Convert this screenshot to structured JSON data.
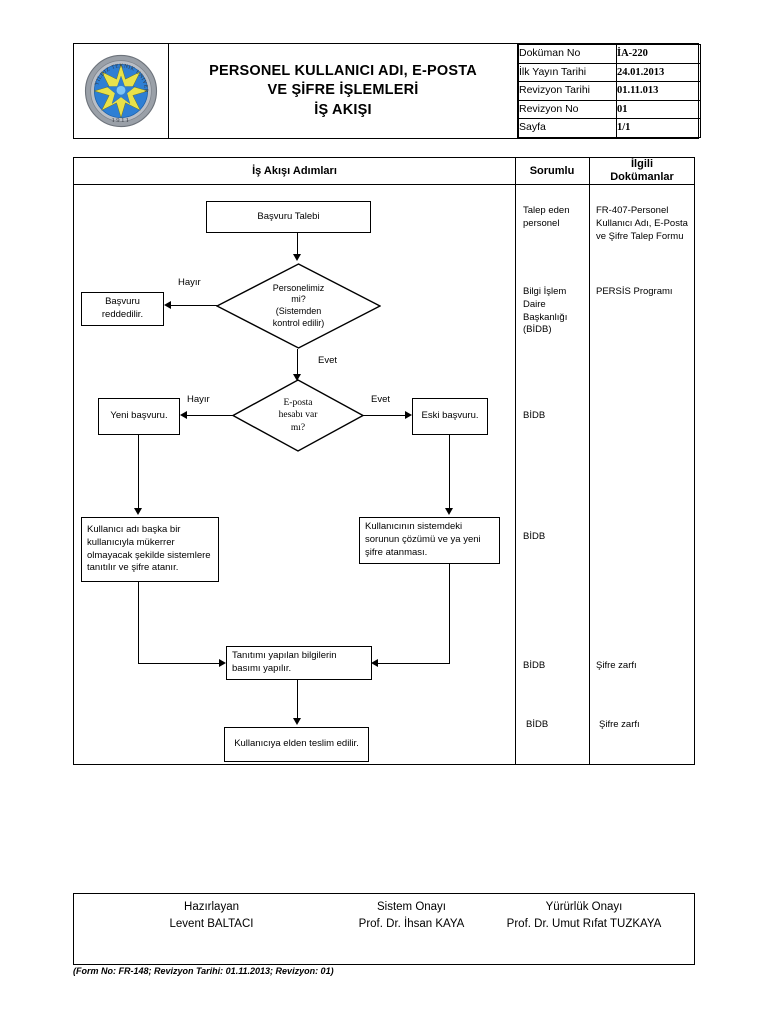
{
  "header": {
    "logo": {
      "name": "yildiz-teknik-universitesi-logo",
      "outer_text": "YILDIZ TEKNIK UNIVERSITESI",
      "year": "1911",
      "ring_color": "#8a8f99",
      "disc_color": "#2e7fd4",
      "star_color": "#e8e14a"
    },
    "title_lines": [
      "PERSONEL KULLANICI ADI, E-POSTA",
      "VE ŞİFRE İŞLEMLERİ",
      "İŞ AKIŞI"
    ],
    "meta_rows": [
      {
        "label": "Doküman No",
        "value": "İA-220"
      },
      {
        "label": "İlk Yayın Tarihi",
        "value": "24.01.2013"
      },
      {
        "label": "Revizyon Tarihi",
        "value": "01.11.013"
      },
      {
        "label": "Revizyon No",
        "value": "01"
      },
      {
        "label": "Sayfa",
        "value": "1/1"
      }
    ]
  },
  "flow_table": {
    "columns": {
      "steps": "İş Akışı Adımları",
      "responsible": "Sorumlu",
      "documents_line1": "İlgili",
      "documents_line2": "Dokümanlar"
    },
    "responsible_entries": [
      "Talep eden\npersonel",
      "Bilgi İşlem Daire\nBaşkanlığı\n(BİDB)",
      "BİDB",
      "BİDB",
      "BİDB",
      "BİDB"
    ],
    "responsible": {
      "r1": "Talep eden personel",
      "r2": "Bilgi İşlem Daire Başkanlığı (BİDB)",
      "r3": "BİDB",
      "r4": "BİDB",
      "r5": "BİDB",
      "r6": "BİDB"
    },
    "documents": {
      "d1": "FR-407-Personel Kullanıcı Adı, E-Posta ve Şifre Talep Formu",
      "d2": "PERSİS Programı",
      "d3": "Şifre zarfı",
      "d4": "Şifre zarfı"
    }
  },
  "flowchart": {
    "nodes": {
      "start": "Başvuru Talebi",
      "decision1": "Personelimiz mi?\n(Sistemden kontrol edilir)",
      "decision1_l1": "Personelimiz",
      "decision1_l2": "mi?",
      "decision1_l3": "(Sistemden",
      "decision1_l4": "kontrol edilir)",
      "rejected": "Başvuru reddedilir.",
      "decision2_l1": "E-posta",
      "decision2_l2": "hesabı var",
      "decision2_l3": "mı?",
      "new_app": "Yeni başvuru.",
      "old_app": "Eski başvuru.",
      "assign_user": "Kullanıcı adı başka bir kullanıcıyla mükerrer olmayacak şekilde sistemlere tanıtılır ve şifre atanır.",
      "fix_issue": "Kullanıcının sistemdeki sorunun çözümü ve ya yeni şifre atanması.",
      "print": "Tanıtımı yapılan bilgilerin basımı yapılır.",
      "deliver": "Kullanıcıya elden teslim edilir."
    },
    "edge_labels": {
      "no1": "Hayır",
      "yes1": "Evet",
      "no2": "Hayır",
      "yes2": "Evet"
    }
  },
  "footer": {
    "columns": [
      {
        "role": "Hazırlayan",
        "person": "Levent BALTACI"
      },
      {
        "role": "Sistem Onayı",
        "person": "Prof. Dr. İhsan KAYA"
      },
      {
        "role": "Yürürlük Onayı",
        "person": "Prof. Dr. Umut Rıfat TUZKAYA"
      }
    ],
    "note": "(Form No: FR-148; Revizyon Tarihi: 01.11.2013; Revizyon: 01)"
  }
}
